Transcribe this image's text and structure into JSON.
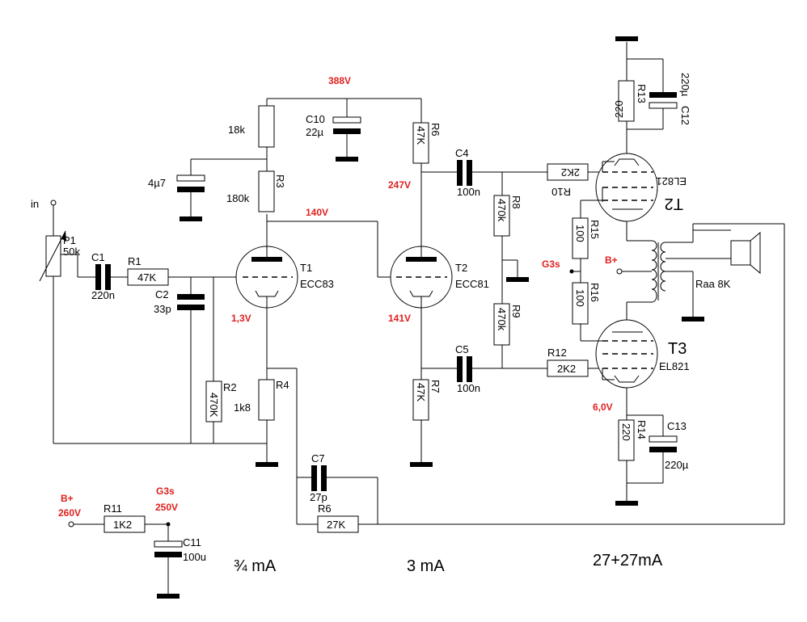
{
  "colors": {
    "accent": "#e02020",
    "line": "#000000"
  },
  "inputs": {
    "in_label": "in",
    "bplus_label": "B+"
  },
  "voltages": {
    "v388": "388V",
    "v247": "247V",
    "v140": "140V",
    "v1_3": "1,3V",
    "v141": "141V",
    "v6_0": "6,0V",
    "g3s_mid": "G3s",
    "bplus_mid": "B+",
    "bplus_supply": "B+",
    "v260": "260V",
    "g3s_supply": "G3s",
    "v250": "250V"
  },
  "components": {
    "p1": {
      "name": "P1",
      "value": "50k"
    },
    "c1": {
      "name": "C1",
      "value": "220n"
    },
    "r1": {
      "name": "R1",
      "value": "47K"
    },
    "c2": {
      "name": "C2",
      "value": "33p"
    },
    "r2": {
      "name": "R2",
      "value": "470K"
    },
    "r4": {
      "name": "R4",
      "value": "1k8"
    },
    "c_filter": {
      "value": "4µ7"
    },
    "r_18k": {
      "value": "18k"
    },
    "r3": {
      "name": "R3",
      "value": "180k"
    },
    "c10": {
      "name": "C10",
      "value": "22µ"
    },
    "r6_top": {
      "name": "R6",
      "value": "47K"
    },
    "c4": {
      "name": "C4",
      "value": "100n"
    },
    "r8": {
      "name": "R8",
      "value": "470k"
    },
    "r9": {
      "name": "R9",
      "value": "470k"
    },
    "c5": {
      "name": "C5",
      "value": "100n"
    },
    "r7": {
      "name": "R7",
      "value": "47K"
    },
    "c7": {
      "name": "C7",
      "value": "27p"
    },
    "r6_fb": {
      "name": "R6",
      "value": "27K"
    },
    "r10": {
      "name": "R10",
      "value": "2K2"
    },
    "r12": {
      "name": "R12",
      "value": "2K2"
    },
    "r15": {
      "name": "R15",
      "value": "100"
    },
    "r16": {
      "name": "R16",
      "value": "100"
    },
    "r13": {
      "name": "R13",
      "value": "220"
    },
    "c12": {
      "name": "C12",
      "value": "220µ"
    },
    "r14": {
      "name": "R14",
      "value": "220"
    },
    "c13": {
      "name": "C13",
      "value": "220µ"
    },
    "r11": {
      "name": "R11",
      "value": "1K2"
    },
    "c11": {
      "name": "C11",
      "value": "100u"
    },
    "transformer": {
      "value": "Raa 8K"
    }
  },
  "tubes": {
    "t1": {
      "name": "T1",
      "type": "ECC83"
    },
    "t2": {
      "name": "T2",
      "type": "ECC81"
    },
    "t2_upper": {
      "name": "T2",
      "type": "EL821"
    },
    "t3": {
      "name": "T3",
      "type": "EL821"
    }
  },
  "currents": {
    "stage1": "¾ mA",
    "stage2": "3 mA",
    "stage3": "27+27mA"
  }
}
